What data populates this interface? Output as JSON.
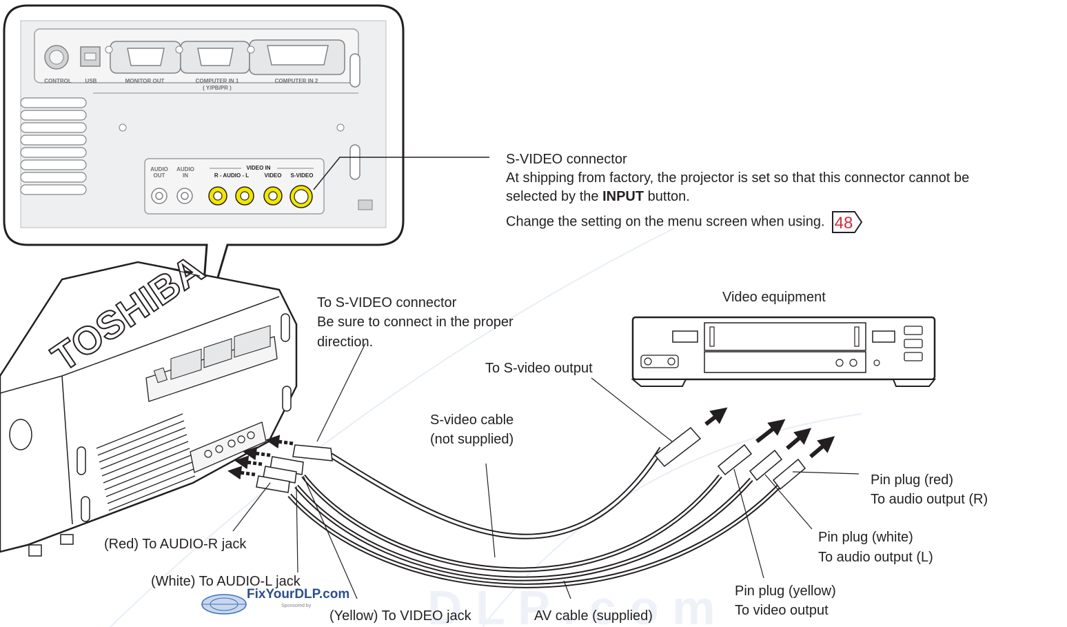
{
  "callout": {
    "svideo_title": "S-VIDEO connector",
    "svideo_line1": "At shipping from factory, the projector is set so that this connector cannot be",
    "svideo_line2_pre": "selected by the ",
    "svideo_line2_bold": "INPUT",
    "svideo_line2_post": " button.",
    "svideo_line3": "Change the setting on the menu screen when using.",
    "page_ref": "48"
  },
  "panel_labels": {
    "control": "CONTROL",
    "usb": "USB",
    "monitor_out": "MONITOR OUT",
    "computer_in_1": "COMPUTER IN 1",
    "computer_in_1_sub": "( Y/PB/PR )",
    "computer_in_2": "COMPUTER IN 2",
    "audio_out": "AUDIO",
    "audio_out_2": "OUT",
    "audio_in": "AUDIO",
    "audio_in_2": "IN",
    "video_in": "VIDEO IN",
    "r_audio_l": "R - AUDIO - L",
    "video": "VIDEO",
    "s_video": "S-VIDEO"
  },
  "projector_brand": "TOSHIBA",
  "labels": {
    "to_svideo_connector": "To S-VIDEO connector",
    "proper_dir_1": "Be sure to connect in the proper",
    "proper_dir_2": "direction.",
    "video_equipment": "Video equipment",
    "to_svideo_output": "To S-video output",
    "svideo_cable_1": "S-video cable",
    "svideo_cable_2": "(not supplied)",
    "pin_red_1": "Pin plug (red)",
    "pin_red_2": "To audio output (R)",
    "pin_white_1": "Pin plug (white)",
    "pin_white_2": "To audio output (L)",
    "pin_yellow_1": "Pin plug (yellow)",
    "pin_yellow_2": "To video output",
    "red_jack": "(Red) To AUDIO-R jack",
    "white_jack": "(White) To AUDIO-L jack",
    "yellow_jack": "(Yellow) To VIDEO jack",
    "av_cable": "AV cable (supplied)"
  },
  "watermark": {
    "site": "FixYourDLP.com",
    "sponsored": "Sponsored by"
  },
  "colors": {
    "line": "#231f20",
    "panel_gray": "#e6e7e8",
    "jack_yellow": "#f2e600",
    "page_ref_red": "#d12c3c",
    "watermark_blue": "#3a6fb5"
  }
}
